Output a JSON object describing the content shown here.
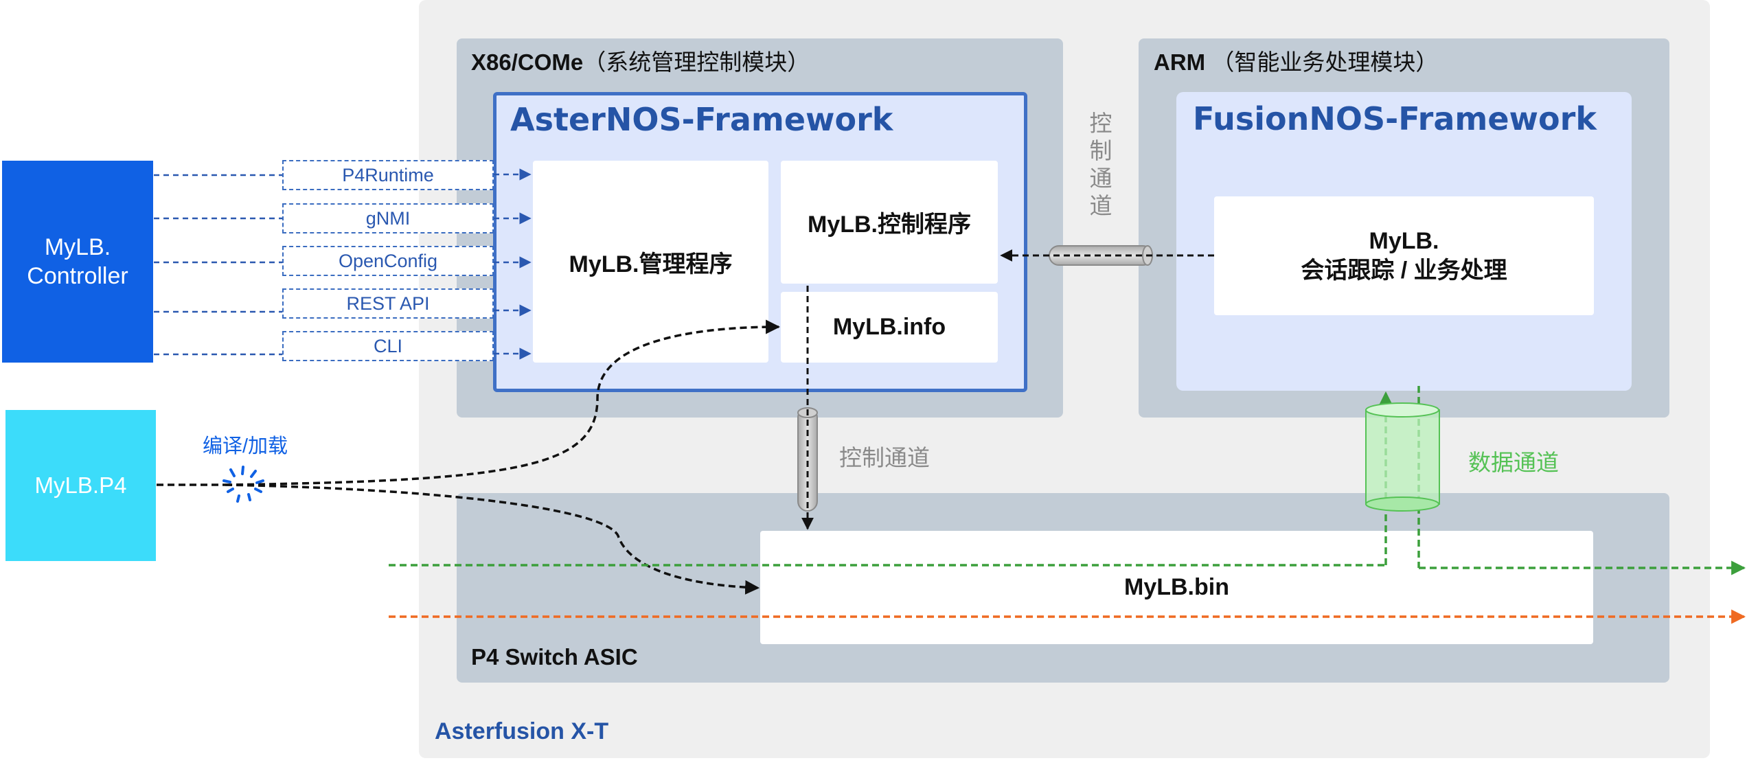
{
  "controller": {
    "line1": "MyLB.",
    "line2": "Controller"
  },
  "p4_source": {
    "label": "MyLB.P4"
  },
  "compile_label": "编译/加载",
  "interfaces": [
    "P4Runtime",
    "gNMI",
    "OpenConfig",
    "REST API",
    "CLI"
  ],
  "x86": {
    "title": "X86/COMe",
    "subtitle": "（系统管理控制模块）"
  },
  "arm": {
    "title": "ARM",
    "subtitle": "（智能业务处理模块）"
  },
  "asternos_framework": "AsterNOS-Framework",
  "fusionnos_framework": "FusionNOS-Framework",
  "mgmt_program": "MyLB.管理程序",
  "ctrl_program": "MyLB.控制程序",
  "info_box": "MyLB.info",
  "session_box": {
    "line1": "MyLB.",
    "line2": "会话跟踪 / 业务处理"
  },
  "bin_box": "MyLB.bin",
  "asic_title": "P4 Switch ASIC",
  "outer_title": "Asterfusion X-T",
  "control_channel_vertical": [
    "控",
    "制",
    "通",
    "道"
  ],
  "control_channel_horizontal": "控制通道",
  "data_channel": "数据通道",
  "colors": {
    "controller": "#1061e4",
    "p4_source": "#3cdcfa",
    "framework_title": "#2554a6",
    "interface": "#3a6cc0",
    "data_green": "#3c9f3c",
    "data_orange": "#ef6a22",
    "data_channel_label": "#55c255",
    "control_channel_label": "#8a8a8a"
  }
}
